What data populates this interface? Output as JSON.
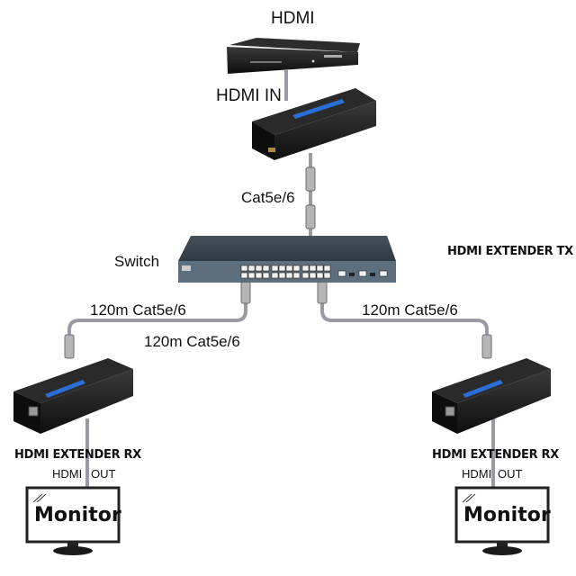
{
  "labels": {
    "hdmi_source": "HDMI",
    "hdmi_in": "HDMI IN",
    "cat_uplink": "Cat5e/6",
    "switch": "Switch",
    "extender_tx": "HDMI EXTENDER TX",
    "cable_left_1": "120m Cat5e/6",
    "cable_left_2": "120m Cat5e/6",
    "cable_right": "120m Cat5e/6",
    "extender_rx_left": "HDMI EXTENDER RX",
    "extender_rx_right": "HDMI EXTENDER RX",
    "hdmi_out_left_a": "HDMI",
    "hdmi_out_left_b": "OUT",
    "hdmi_out_right_a": "HDMI",
    "hdmi_out_right_b": "OUT",
    "monitor_left": "Monitor",
    "monitor_right": "Monitor"
  },
  "colors": {
    "device_body": "#1b1b1b",
    "switch_body": "#3a4650",
    "switch_panel": "#5d6f7c",
    "cable": "#9a9aa2",
    "led_strip": "#2a6fd6"
  }
}
